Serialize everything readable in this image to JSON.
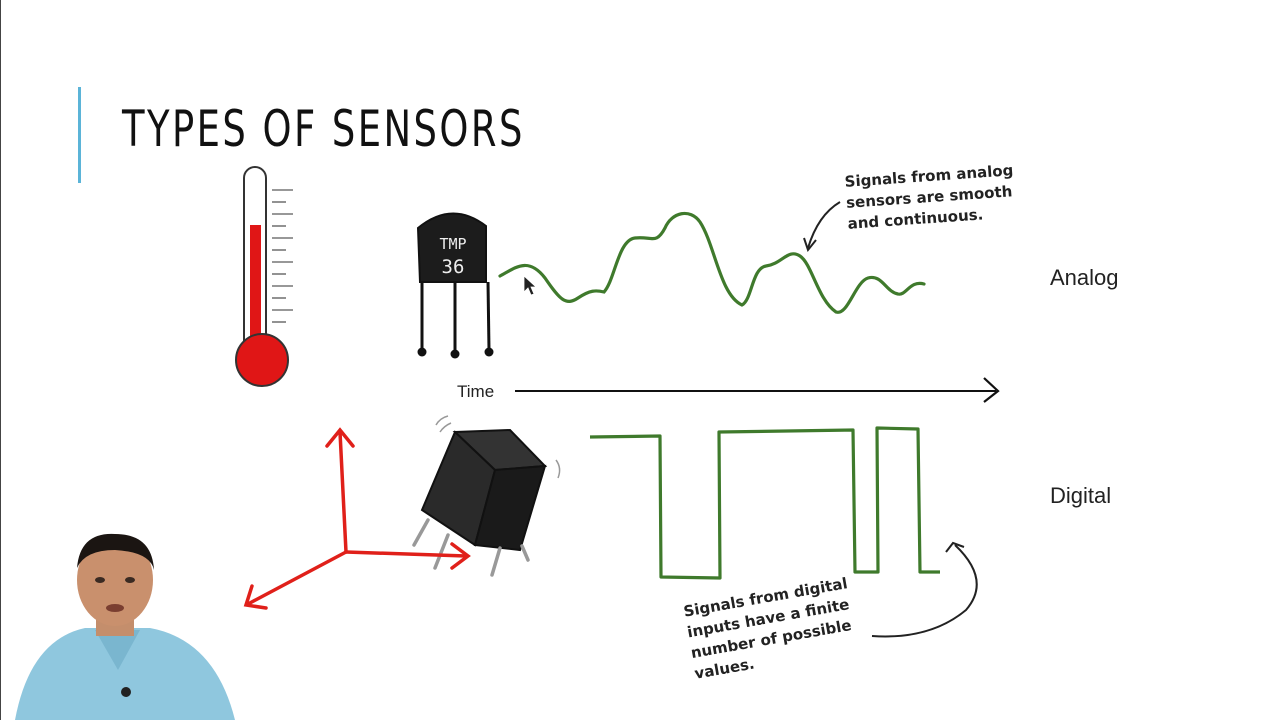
{
  "slide": {
    "title": "TYPES OF SENSORS",
    "accent_color": "#5bb4d8"
  },
  "labels": {
    "analog": "Analog",
    "digital": "Digital",
    "time": "Time",
    "sensor_chip_line1": "TMP",
    "sensor_chip_line2": "36"
  },
  "annotations": {
    "analog_note": "Signals from analog\nsensors are smooth\nand continuous.",
    "digital_note": "Signals from digital\ninputs have a finite\nnumber of possible\nvalues."
  },
  "colors": {
    "signal": "#3f7a2c",
    "thermo_red": "#e01616",
    "axes_red": "#e0201a",
    "chip": "#1c1c1c"
  },
  "icons": {
    "thermometer": "thermometer-icon",
    "temp_sensor": "tmp36-sensor-icon",
    "accelerometer": "accelerometer-icon",
    "axes": "xyz-axes-icon",
    "cursor": "mouse-cursor-icon"
  }
}
